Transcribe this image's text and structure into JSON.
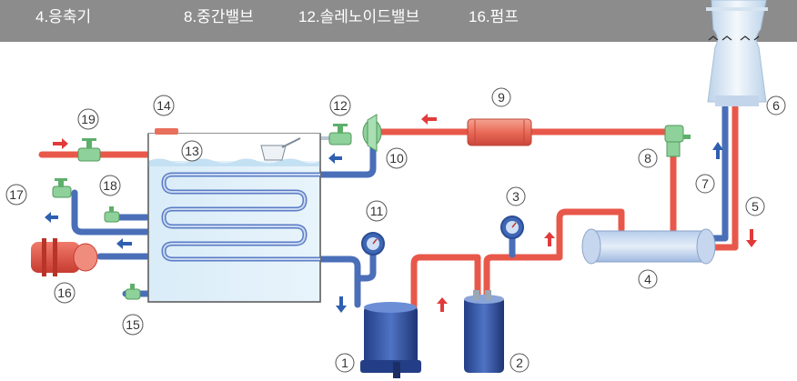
{
  "legend": [
    {
      "label": "4.응축기"
    },
    {
      "label": "8.중간밸브"
    },
    {
      "label": "12.솔레노이드밸브"
    },
    {
      "label": "16.펌프"
    }
  ],
  "callouts": [
    "1",
    "2",
    "3",
    "4",
    "5",
    "6",
    "7",
    "8",
    "9",
    "10",
    "11",
    "12",
    "13",
    "14",
    "15",
    "16",
    "17",
    "18",
    "19"
  ],
  "colors": {
    "hot_pipe": "#e8584a",
    "cold_pipe": "#4a6fb8",
    "tank_water": "#cfe6f5",
    "valve_green": "#8fd19a",
    "arrow_red": "#e23a3a",
    "arrow_blue": "#2f5fb0",
    "legend_bg": "#8c8c8c"
  },
  "icons": [
    "pressure-gauge-icon",
    "flow-arrow-icon",
    "valve-icon",
    "fan-icon"
  ]
}
